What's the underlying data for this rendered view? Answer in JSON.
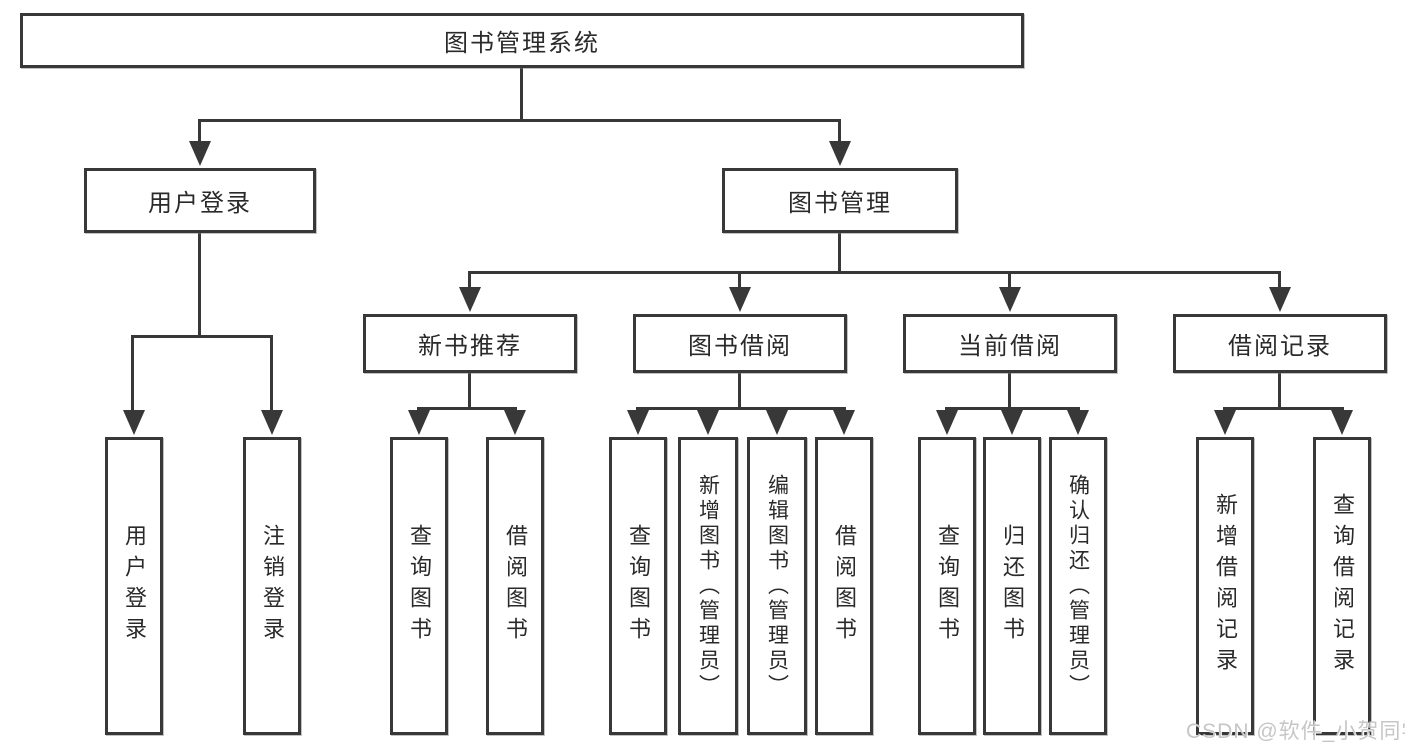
{
  "tree": {
    "label": "图书管理系统",
    "children": [
      {
        "label": "用户登录",
        "children": [
          {
            "label": "用户登录"
          },
          {
            "label": "注销登录"
          }
        ]
      },
      {
        "label": "图书管理",
        "children": [
          {
            "label": "新书推荐",
            "children": [
              {
                "label": "查询图书"
              },
              {
                "label": "借阅图书"
              }
            ]
          },
          {
            "label": "图书借阅",
            "children": [
              {
                "label": "查询图书"
              },
              {
                "label": "新增图书（管理员）"
              },
              {
                "label": "编辑图书（管理员）"
              },
              {
                "label": "借阅图书"
              }
            ]
          },
          {
            "label": "当前借阅",
            "children": [
              {
                "label": "查询图书"
              },
              {
                "label": "归还图书"
              },
              {
                "label": "确认归还（管理员）"
              }
            ]
          },
          {
            "label": "借阅记录",
            "children": [
              {
                "label": "新增借阅记录"
              },
              {
                "label": "查询借阅记录"
              }
            ]
          }
        ]
      }
    ]
  },
  "watermark": "CSDN @软件_小贺同学",
  "colors": {
    "line": "#383838",
    "text": "#2a2a2a",
    "watermark": "#c6c6c6",
    "background": "#ffffff"
  }
}
